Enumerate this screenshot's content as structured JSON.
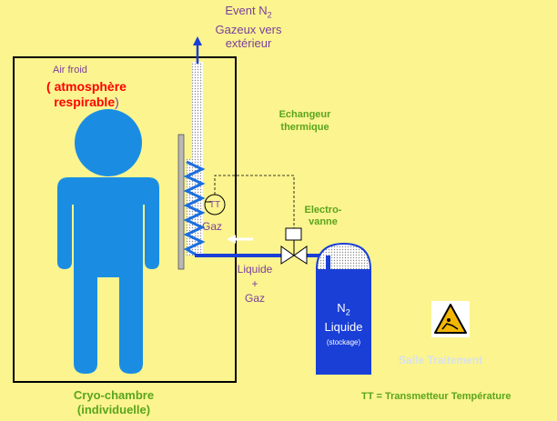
{
  "labels": {
    "event_line1": "Event N",
    "event_sub": "2",
    "event_line2": "Gazeux vers",
    "event_line3": "extérieur",
    "air_froid": "Air froid",
    "atmo_open": "( atmosphère",
    "atmo_close_word": "respirable",
    "atmo_close_paren": ")",
    "echangeur_line1": "Echangeur",
    "echangeur_line2": "thermique",
    "tt_symbol": "TT",
    "gaz": "Gaz",
    "electro_line1": "Electro-",
    "electro_line2": "vanne",
    "liquide_line1": "Liquide",
    "liquide_line2": "+",
    "liquide_line3": "Gaz",
    "n2_main": "N",
    "n2_sub": "2",
    "n2_liquide": "Liquide",
    "n2_stockage": "(stockage)",
    "salle": "Salle Traitement",
    "cryo_line1": "Cryo-chambre",
    "cryo_line2": "(individuelle)",
    "legend": "TT = Transmetteur Température"
  },
  "icons": {
    "warning": "cold-hazard-warning-icon"
  },
  "colors": {
    "background": "#fbf48f",
    "human": "#1a8de3",
    "tank": "#1a3fd6",
    "pipe": "#1a3fd6",
    "purple_text": "#7b3f9c",
    "green_text": "#5aa51c",
    "red_text": "#ff0000",
    "salle_text": "#d8e2ec"
  }
}
